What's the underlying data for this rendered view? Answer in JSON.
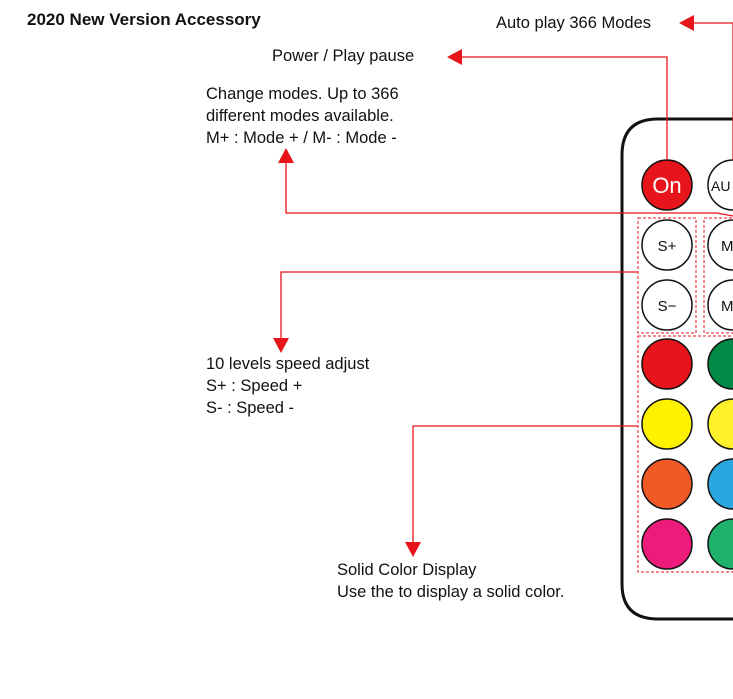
{
  "title": "2020 New Version Accessory",
  "callouts": {
    "auto": [
      "Auto play 366 Modes"
    ],
    "power": [
      "Power / Play pause"
    ],
    "mode": [
      "Change modes. Up to 366",
      "different modes available.",
      "M+ : Mode + / M- : Mode -"
    ],
    "speed": [
      "10 levels speed adjust",
      "S+ : Speed +",
      "S- : Speed -"
    ],
    "color": [
      "Solid Color Display",
      "Use the to display a solid color."
    ]
  },
  "remote": {
    "buttons": {
      "on": "On",
      "auto": "AU",
      "speed_up": "S+",
      "speed_down": "S−",
      "mode_up": "M",
      "mode_down": "M"
    },
    "color_rows": [
      [
        "#e8141c",
        "#008a46"
      ],
      [
        "#fff200",
        "#fff22a"
      ],
      [
        "#f15a24",
        "#29a8e0"
      ],
      [
        "#ed1c7a",
        "#20b26b"
      ]
    ]
  },
  "colors": {
    "arrow": "#e8141c",
    "on_button": "#e8141c",
    "outline": "#111111"
  }
}
